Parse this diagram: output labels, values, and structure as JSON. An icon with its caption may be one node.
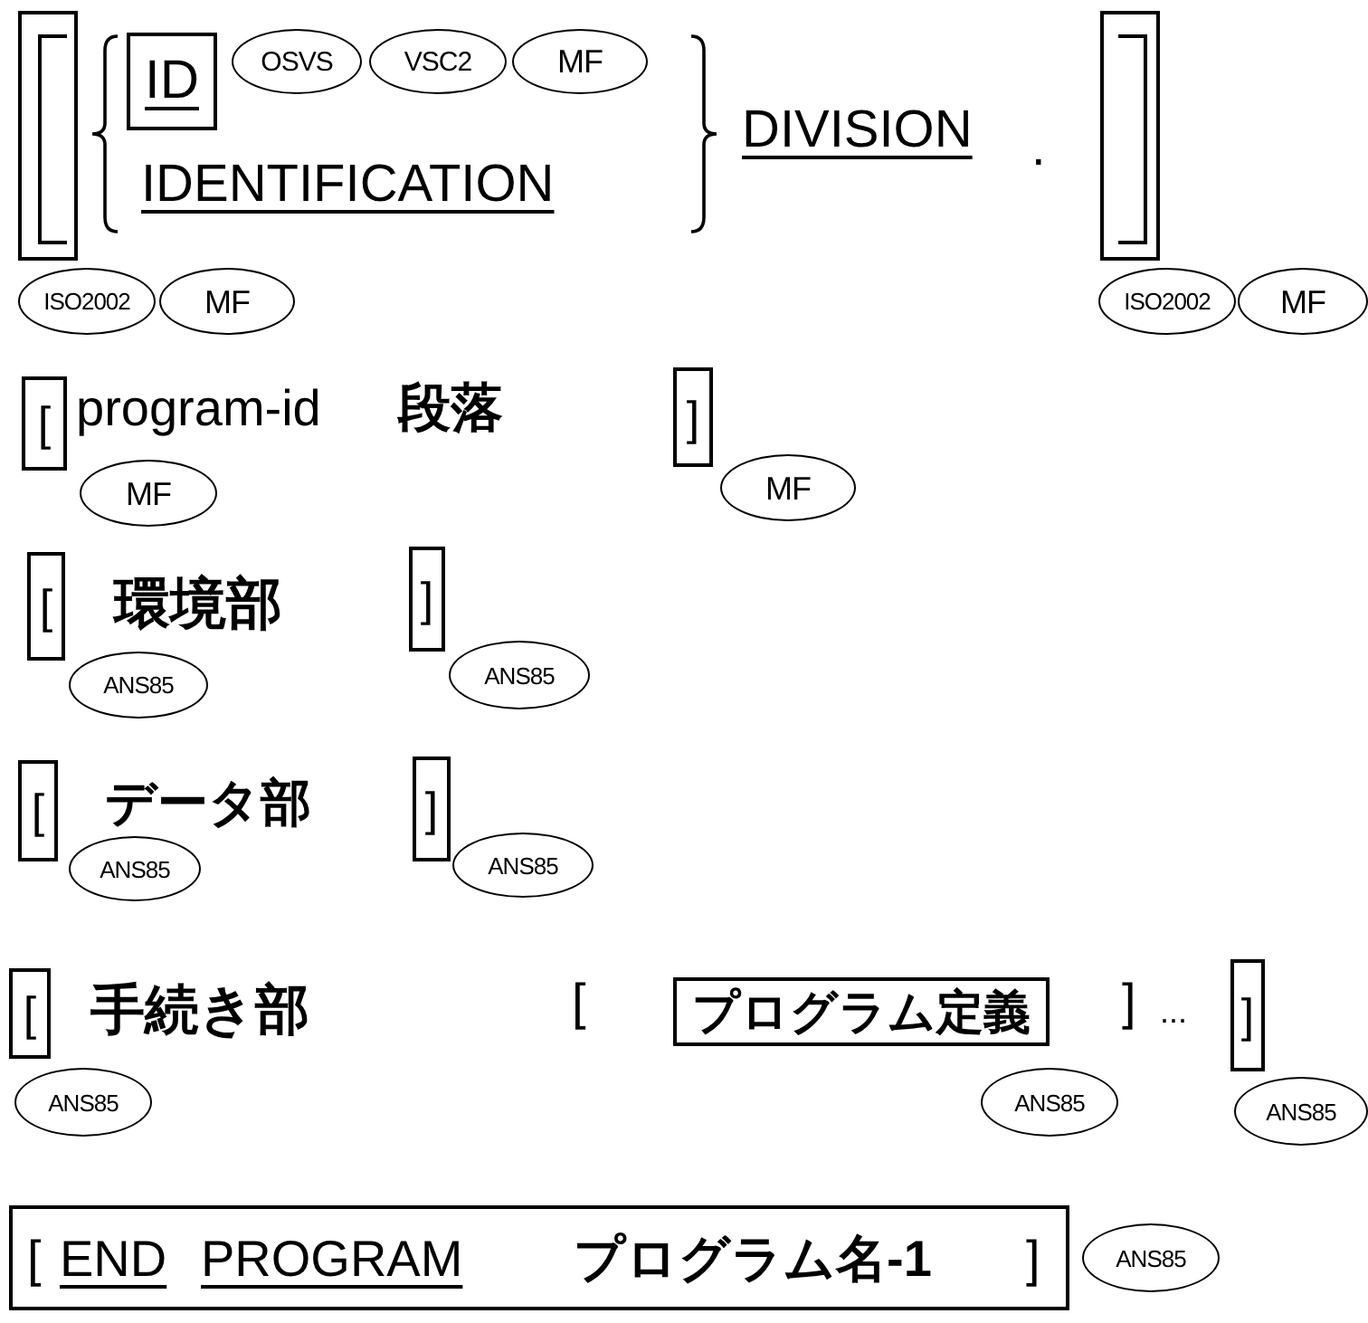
{
  "diagram": {
    "nodes": [
      {
        "text": [],
        "shape": "box"
      },
      {
        "text": [
          "ID"
        ]
      },
      {
        "text": [
          "OSVS"
        ]
      },
      {
        "text": [
          "VSC2"
        ]
      },
      {
        "text": [
          "MF"
        ]
      },
      {
        "text": [],
        "shape": "box"
      },
      {
        "text": [
          "ISO2002"
        ]
      },
      {
        "text": [
          "MF"
        ]
      },
      {
        "text": [
          "ISO2002"
        ]
      },
      {
        "text": [
          "MF"
        ]
      },
      {
        "text": [
          "["
        ]
      },
      {
        "text": [
          "]"
        ]
      },
      {
        "text": [
          "MF"
        ]
      },
      {
        "text": [
          "MF"
        ]
      },
      {
        "text": [
          "["
        ]
      },
      {
        "text": [
          "]"
        ]
      },
      {
        "text": [
          "ANS85"
        ]
      },
      {
        "text": [
          "ANS85"
        ]
      },
      {
        "text": [
          "["
        ]
      },
      {
        "text": [
          "]"
        ]
      },
      {
        "text": [
          "ANS85"
        ]
      },
      {
        "text": [
          "ANS85"
        ]
      },
      {
        "text": [
          "["
        ]
      },
      {
        "text": [
          "プログラム定義"
        ]
      },
      {
        "text": [
          "]"
        ]
      },
      {
        "text": [
          "ANS85"
        ]
      },
      {
        "text": [
          "ANS85"
        ]
      },
      {
        "text": [
          "ANS85"
        ]
      },
      {
        "text": [
          "[",
          "END",
          "PROGRAM",
          "プログラム名-1",
          "]"
        ]
      },
      {
        "text": [
          "ANS85"
        ]
      }
    ],
    "labels": [
      "IDENTIFICATION",
      "DIVISION",
      ".",
      "program-id",
      "段落",
      "環境部",
      "データ部",
      "手続き部",
      "[",
      "]",
      "..."
    ]
  }
}
